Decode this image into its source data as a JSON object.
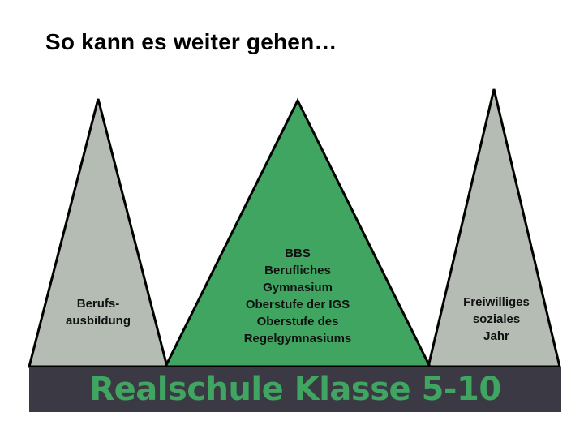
{
  "title": "So kann es weiter gehen…",
  "base": {
    "label": "Realschule Klasse 5-10"
  },
  "peaks": [
    {
      "lines": [
        "Berufs-",
        "ausbildung"
      ]
    },
    {
      "lines": [
        "BBS",
        "Berufliches",
        "Gymnasium",
        "Oberstufe der IGS",
        "Oberstufe des",
        "Regelgymnasiums"
      ]
    },
    {
      "lines": [
        "Freiwilliges",
        "soziales",
        "Jahr"
      ]
    }
  ],
  "colors": {
    "grey_peak": "#b4bcb4",
    "green_peak": "#3fa561",
    "base_bar": "#3b3a44",
    "base_text": "#3fa561"
  }
}
